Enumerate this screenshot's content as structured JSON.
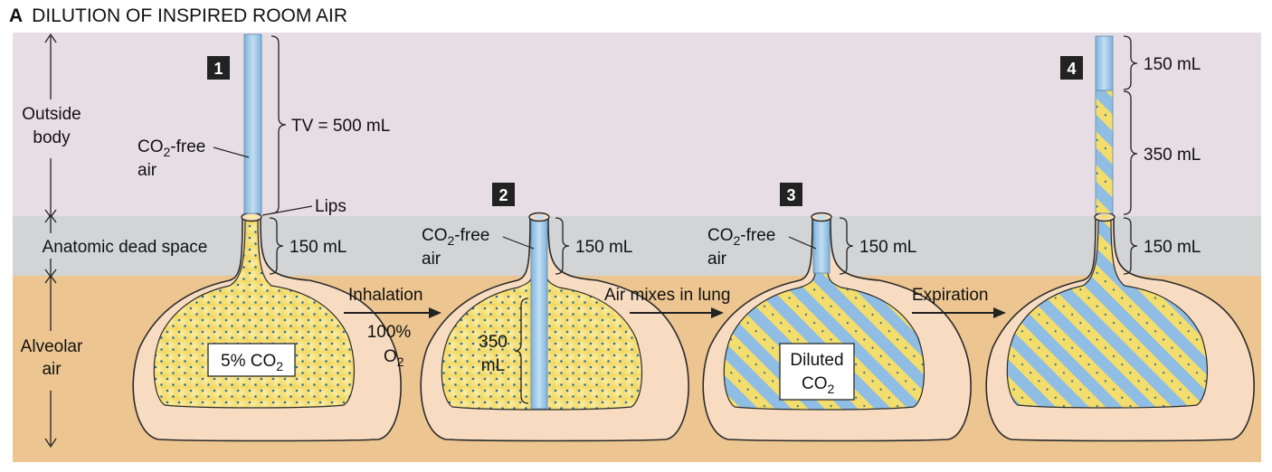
{
  "figure": {
    "panel_letter": "A",
    "title": "DILUTION OF INSPIRED ROOM AIR"
  },
  "zones": {
    "outside_body": [
      "Outside",
      "body"
    ],
    "dead_space": "Anatomic dead space",
    "alveolar": [
      "Alveolar",
      "air"
    ]
  },
  "steps": [
    {
      "number": "1",
      "co2_free": [
        "CO",
        "2",
        "-free"
      ],
      "co2_free_line2": "air",
      "tv": "TV = 500 mL",
      "lips": "Lips",
      "dead_volume": "150 mL",
      "lung_label": [
        "5% CO",
        "2"
      ]
    },
    {
      "number": "2",
      "co2_free": [
        "CO",
        "2",
        "-free"
      ],
      "co2_free_line2": "air",
      "dead_volume": "150 mL",
      "alveolar_volume": [
        "350",
        "mL"
      ]
    },
    {
      "number": "3",
      "co2_free": [
        "CO",
        "2",
        "-free"
      ],
      "co2_free_line2": "air",
      "dead_volume": "150 mL",
      "lung_label": [
        "Diluted",
        "CO",
        "2"
      ]
    },
    {
      "number": "4",
      "upper_volume": "150 mL",
      "middle_volume": "350 mL",
      "dead_volume": "150 mL"
    }
  ],
  "transitions": [
    {
      "label": "Inhalation",
      "sub": [
        "100%",
        "O",
        "2"
      ]
    },
    {
      "label": "Air mixes in lung"
    },
    {
      "label": "Expiration"
    }
  ],
  "colors": {
    "outside": "#e6dee4",
    "dead_space": "#d3d4d6",
    "alveolar": "#ecc590",
    "tissue": "#f7dcc2",
    "outline": "#2a2a2a",
    "co2_air": "#f3dd6c",
    "fresh_air": "#9dc6e6",
    "dots": "#2d6e99"
  }
}
